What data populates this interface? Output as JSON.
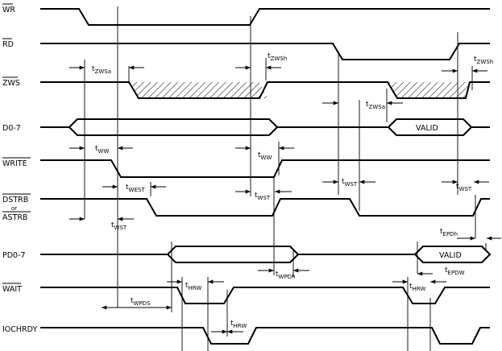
{
  "signals": {
    "wr": "WR",
    "rd": "RD",
    "zws": "ZWS",
    "d07": "D0-7",
    "write": "WRITE",
    "dstrb": "DSTRB",
    "or": "or",
    "astrb": "ASTRB",
    "pd07": "PD0-7",
    "wait": "WAIT",
    "iochrdy": "IOCHRDY"
  },
  "bus_labels": {
    "d07_valid": "VALID",
    "pd07_valid": "VALID"
  },
  "timing": {
    "tzwsa_1": {
      "t": "t",
      "sub": "ZWSa"
    },
    "tzwsh_1": {
      "t": "t",
      "sub": "ZWSh"
    },
    "tzwsa_2": {
      "t": "t",
      "sub": "ZWSa"
    },
    "tzwsh_2": {
      "t": "t",
      "sub": "ZWSh"
    },
    "tww_1": {
      "t": "t",
      "sub": "WW"
    },
    "tww_2": {
      "t": "t",
      "sub": "WW"
    },
    "twest": {
      "t": "t",
      "sub": "WEST"
    },
    "twst_1": {
      "t": "t",
      "sub": "WST"
    },
    "twst_2": {
      "t": "t",
      "sub": "WST"
    },
    "twst_3": {
      "t": "t",
      "sub": "WST"
    },
    "twst_4": {
      "t": "t",
      "sub": "WST"
    },
    "tepdh": {
      "t": "t",
      "sub": "EPDh"
    },
    "tepdw": {
      "t": "t",
      "sub": "EPDW"
    },
    "twpdh": {
      "t": "t",
      "sub": "WPDh"
    },
    "twpds": {
      "t": "t",
      "sub": "WPDS"
    },
    "thrw_1": {
      "t": "t",
      "sub": "HRW"
    },
    "thrw_2": {
      "t": "t",
      "sub": "HRW"
    },
    "thrw_3": {
      "t": "t",
      "sub": "HRW"
    }
  }
}
